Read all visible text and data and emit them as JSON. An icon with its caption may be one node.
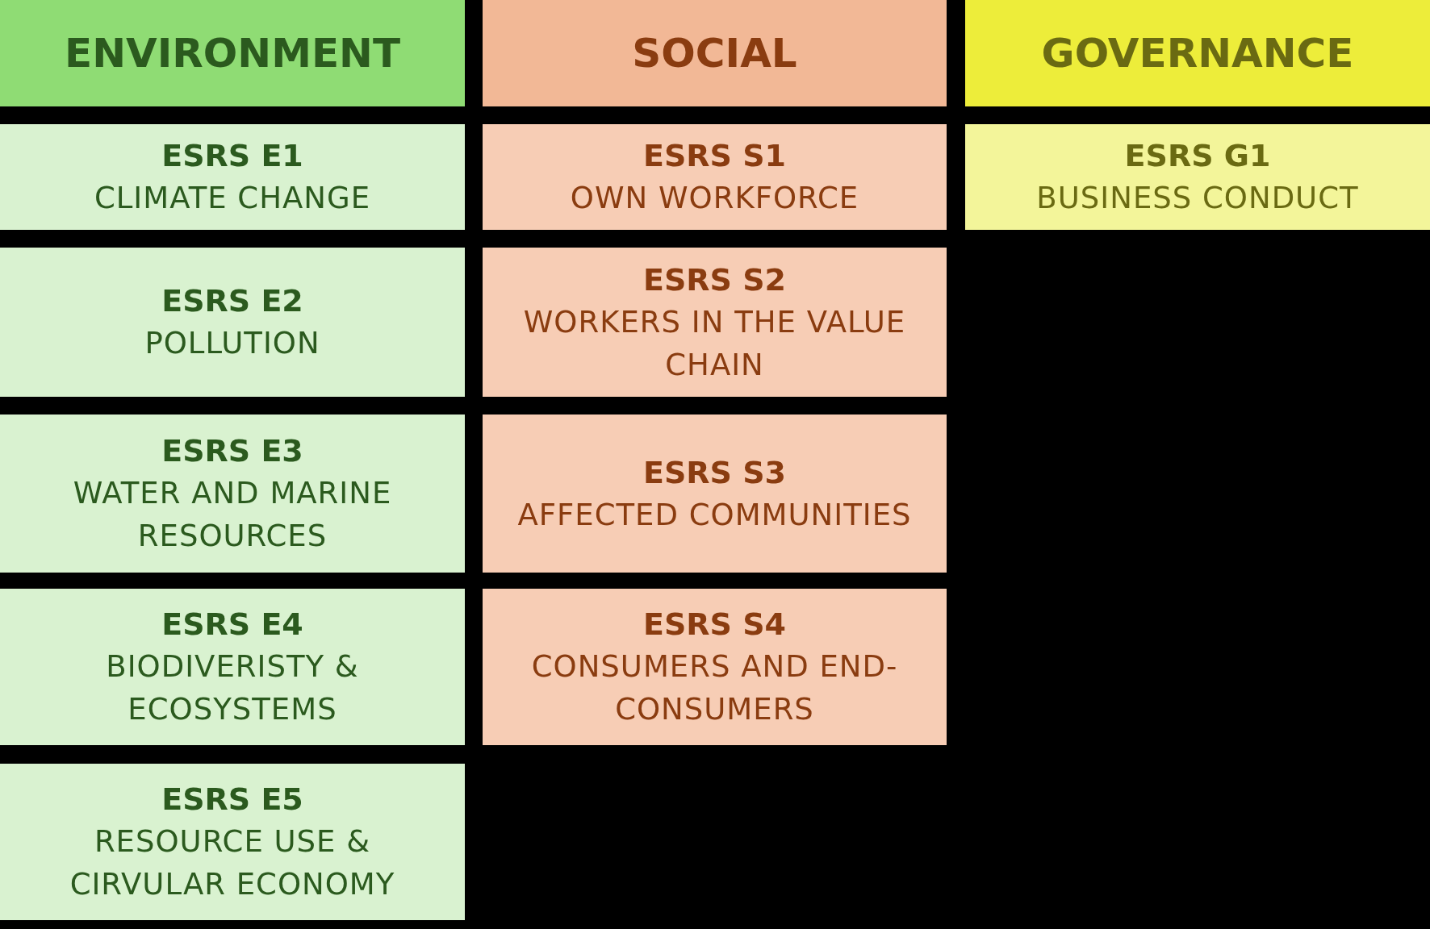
{
  "diagram": {
    "nodes": [
      {
        "text": [
          "ENVIRONMENT"
        ]
      },
      {
        "text": [
          "SOCIAL"
        ]
      },
      {
        "text": [
          "GOVERNANCE"
        ]
      },
      {
        "text": [
          "ESRS E1",
          "CLIMATE CHANGE"
        ]
      },
      {
        "text": [
          "ESRS S1",
          "OWN WORKFORCE"
        ]
      },
      {
        "text": [
          "ESRS G1",
          "BUSINESS CONDUCT"
        ]
      },
      {
        "text": [
          "ESRS E2",
          "POLLUTION"
        ]
      },
      {
        "text": [
          "ESRS S2",
          "WORKERS IN THE VALUE CHAIN"
        ]
      },
      {
        "text": [
          "ESRS E3",
          "WATER AND MARINE RESOURCES"
        ]
      },
      {
        "text": [
          "ESRS S3",
          "AFFECTED COMMUNITIES"
        ]
      },
      {
        "text": [
          "ESRS E4",
          "BIODIVERISTY & ECOSYSTEMS"
        ]
      },
      {
        "text": [
          "ESRS S4",
          "CONSUMERS AND END-CONSUMERS"
        ]
      },
      {
        "text": [
          "ESRS E5",
          "RESOURCE USE & CIRVULAR ECONOMY"
        ]
      }
    ]
  }
}
